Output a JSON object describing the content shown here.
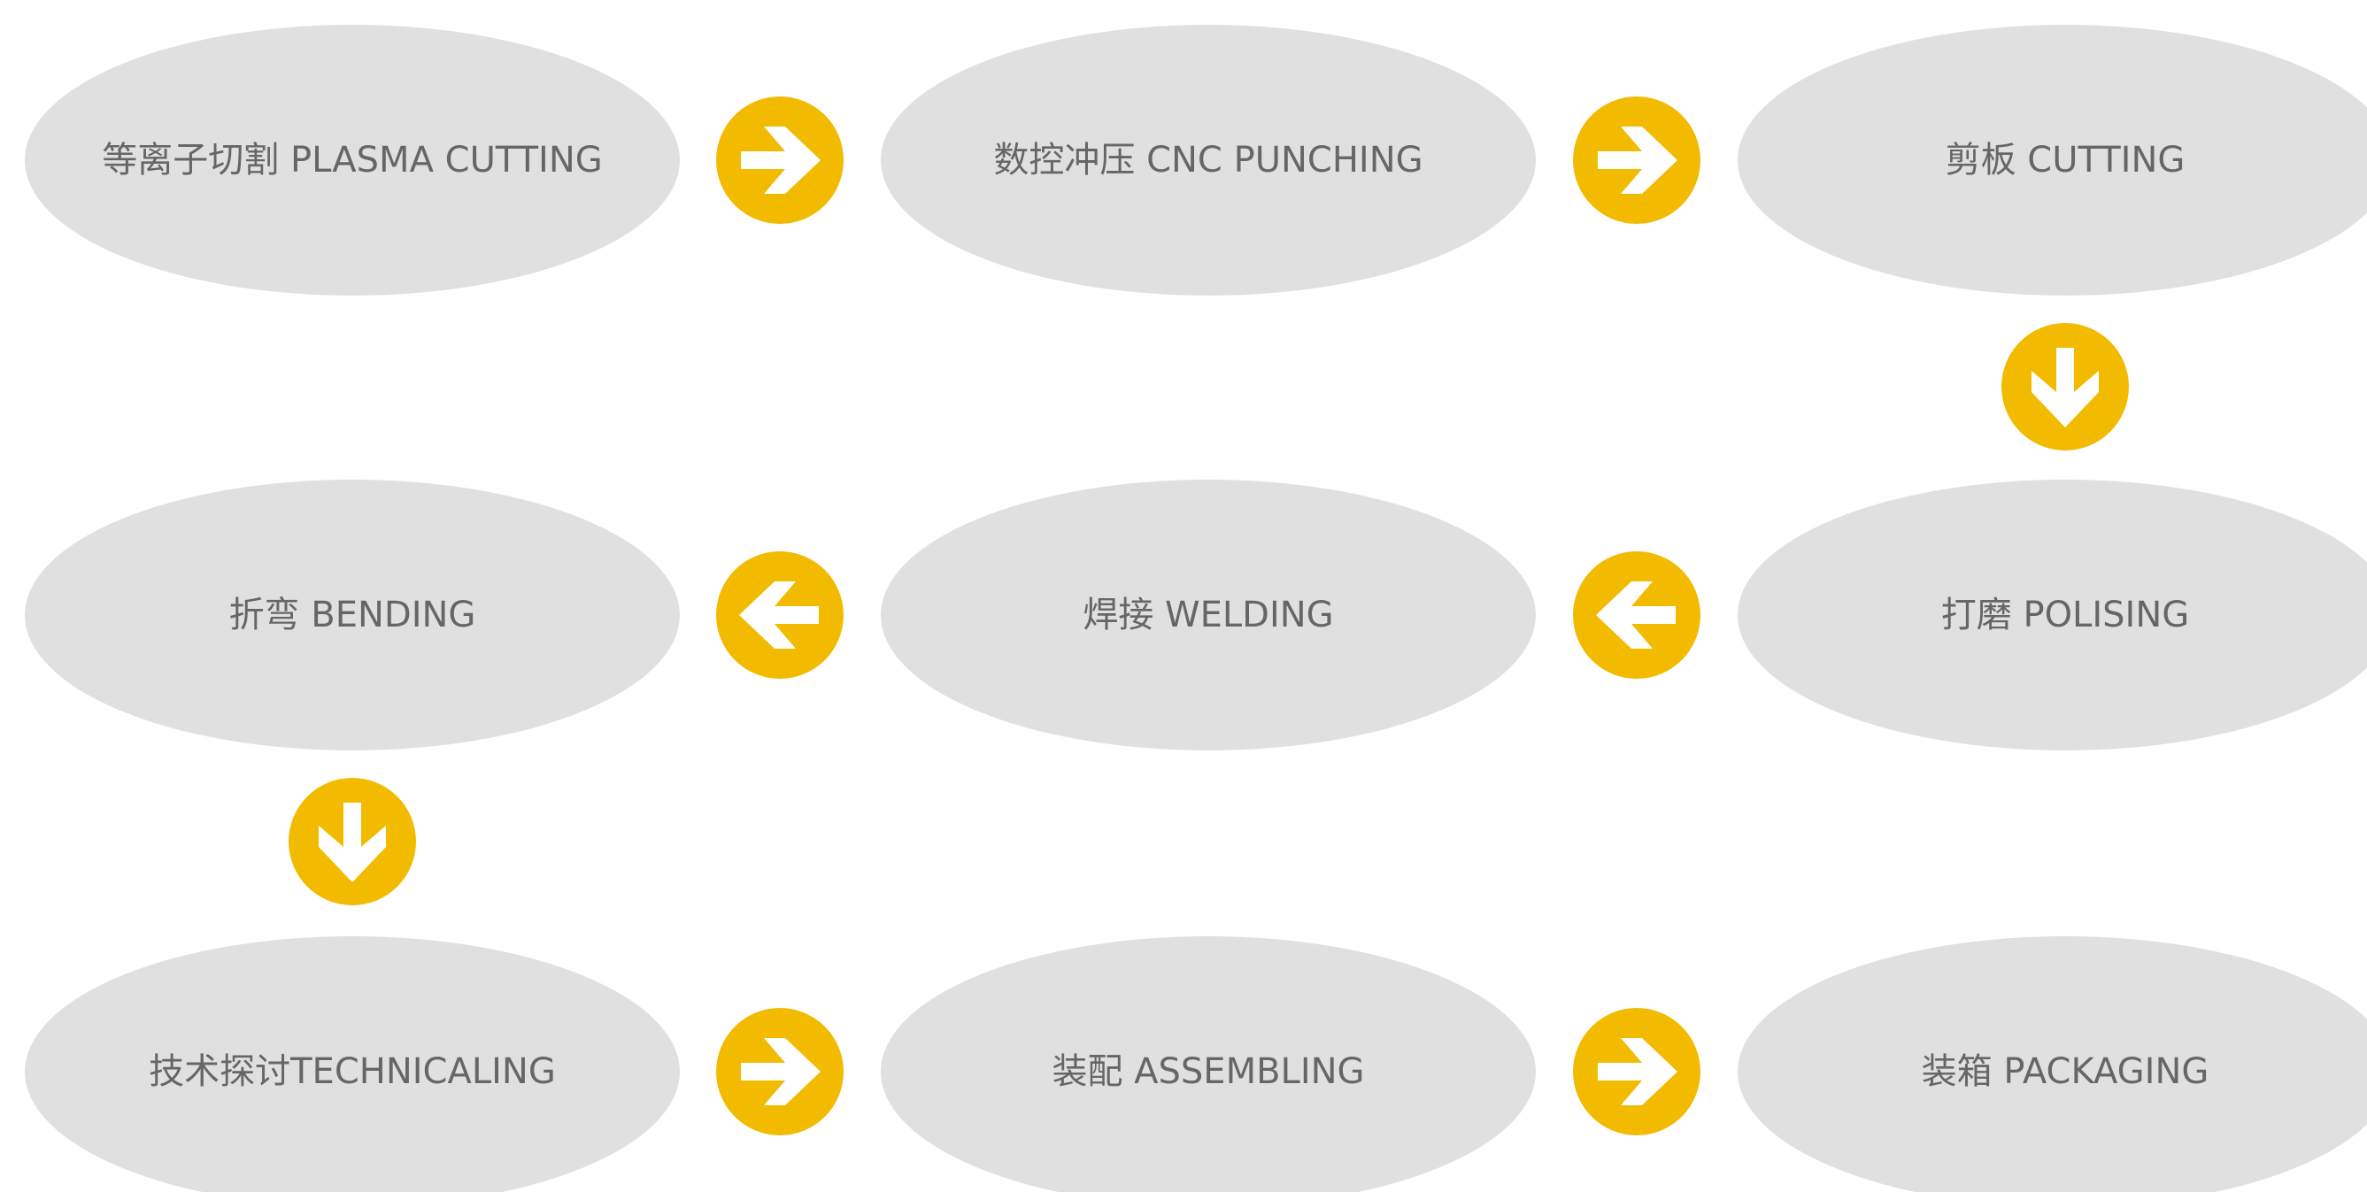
{
  "colors": {
    "node_fill": "#e0e0e0",
    "arrow_fill": "#f2bb00",
    "arrow_glyph": "#ffffff",
    "label_text": "#666666",
    "background": "#ffffff"
  },
  "process": {
    "nodes": [
      {
        "label": "等离子切割 PLASMA CUTTING"
      },
      {
        "label": "数控冲压 CNC PUNCHING"
      },
      {
        "label": "剪板 CUTTING"
      },
      {
        "label": "折弯 BENDING"
      },
      {
        "label": "焊接 WELDING"
      },
      {
        "label": "打磨 POLISING"
      },
      {
        "label": "技术探讨TECHNICALING"
      },
      {
        "label": "装配 ASSEMBLING"
      },
      {
        "label": "装箱 PACKAGING"
      }
    ],
    "arrows": [
      {
        "icon": "arrow-right-icon",
        "from": "等离子切割 PLASMA CUTTING",
        "to": "数控冲压 CNC PUNCHING"
      },
      {
        "icon": "arrow-right-icon",
        "from": "数控冲压 CNC PUNCHING",
        "to": "剪板 CUTTING"
      },
      {
        "icon": "arrow-down-icon",
        "from": "剪板 CUTTING",
        "to": "打磨 POLISING"
      },
      {
        "icon": "arrow-left-icon",
        "from": "焊接 WELDING",
        "to": "折弯 BENDING"
      },
      {
        "icon": "arrow-left-icon",
        "from": "打磨 POLISING",
        "to": "焊接 WELDING"
      },
      {
        "icon": "arrow-down-icon",
        "from": "折弯 BENDING",
        "to": "技术探讨TECHNICALING"
      },
      {
        "icon": "arrow-right-icon",
        "from": "技术探讨TECHNICALING",
        "to": "装配 ASSEMBLING"
      },
      {
        "icon": "arrow-right-icon",
        "from": "装配 ASSEMBLING",
        "to": "装箱 PACKAGING"
      }
    ]
  }
}
